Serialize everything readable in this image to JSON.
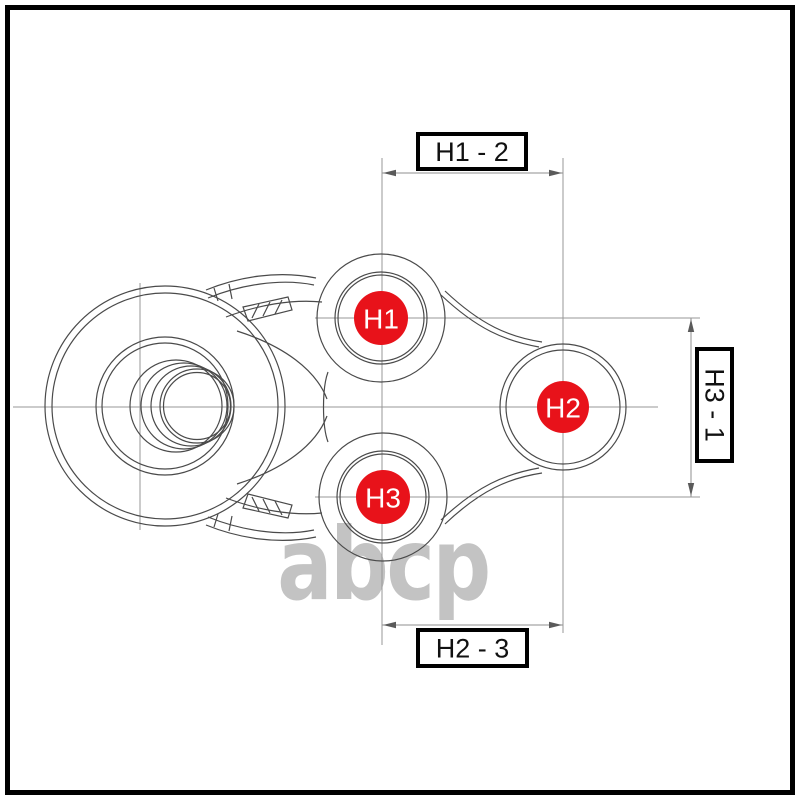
{
  "dimensions": {
    "top": {
      "label": "H1 - 2"
    },
    "right": {
      "label": "H3 - 1"
    },
    "bottom": {
      "label": "H2 - 3"
    }
  },
  "holes": [
    {
      "label": "H1"
    },
    {
      "label": "H2"
    },
    {
      "label": "H3"
    }
  ],
  "watermark": {
    "text": "abcp"
  },
  "colors": {
    "background": "#ffffff",
    "page_border": "#000000",
    "part_line": "#4a4a4a",
    "centerline": "#979797",
    "dimension_line": "#8f8f8f",
    "arrow": "#5a5a5a",
    "label_box_border": "#000000",
    "label_box_fill": "#ffffff",
    "label_text": "#111111",
    "hole_marker_fill": "#e8121a",
    "hole_marker_text": "#ffffff",
    "watermark_gray": "#c3c3c3"
  }
}
